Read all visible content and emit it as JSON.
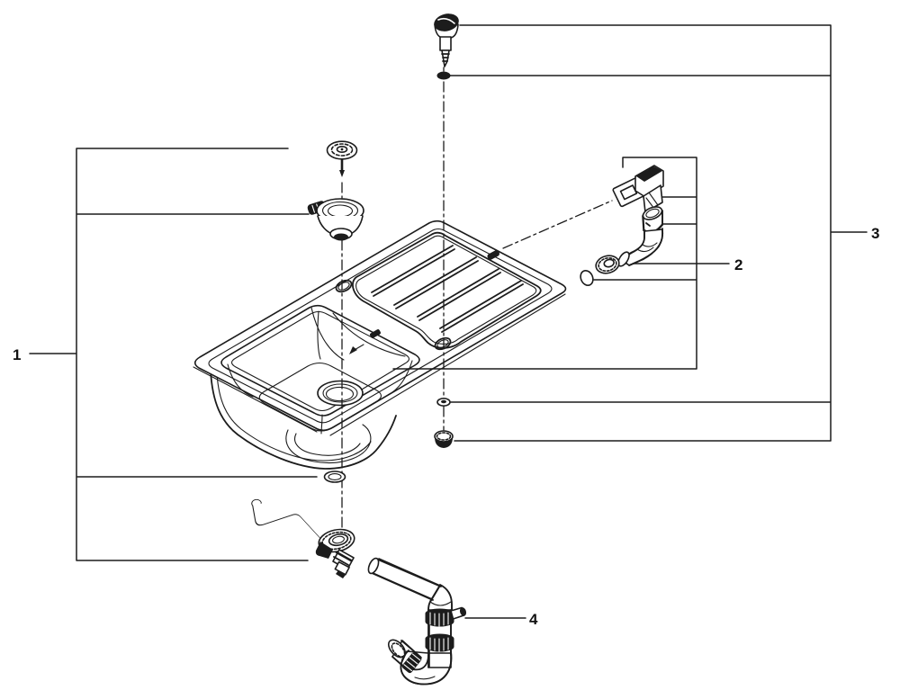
{
  "diagram": {
    "subject": "kitchen-sink-exploded-parts-diagram",
    "background": "#ffffff",
    "line_color": "#1c1c1c",
    "label_color": "#111111"
  },
  "callouts": [
    {
      "label": "1",
      "points_to": [
        "strainer-plug",
        "strainer-basket",
        "basin-seal-washer",
        "drain-outlet-fitting"
      ]
    },
    {
      "label": "2",
      "points_to": [
        "overflow-cover",
        "overflow-connector",
        "overflow-nut",
        "overflow-o-ring"
      ]
    },
    {
      "label": "3",
      "points_to": [
        "fixing-bolt",
        "bolt-washer",
        "deck-washer",
        "fastening-nut"
      ]
    },
    {
      "label": "4",
      "points_to": [
        "siphon-trap"
      ]
    }
  ]
}
